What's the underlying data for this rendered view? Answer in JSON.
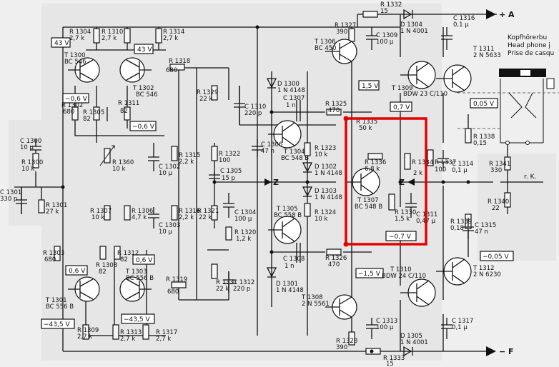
{
  "highlight": {
    "color": "#e30000"
  },
  "headphone": {
    "line1": "Kopfhörerbu",
    "line2": "Head phone j",
    "line3": "Prise de casqu",
    "rk": "r. K."
  },
  "rails": {
    "plus": "+ A",
    "minus": "− F",
    "z_left": "Z",
    "z_right": "Z"
  },
  "voltages": [
    "43 V",
    "43 V",
    "−0,6 V",
    "−0,6 V",
    "1,5 V",
    "0,7 V",
    "0,05 V",
    "−0,7 V",
    "0,6 V",
    "0,6 V",
    "−43,5 V",
    "−43,5 V",
    "−1,5 V",
    "−0,05 V"
  ],
  "transistors": [
    {
      "ref": "T 1300",
      "type": "BC 546"
    },
    {
      "ref": "T 1302",
      "type": "BC 546"
    },
    {
      "ref": "T 1306",
      "type": "BC 450"
    },
    {
      "ref": "T 1309",
      "type": "BDW 23 C/110"
    },
    {
      "ref": "T 1311",
      "type": "2 N 5633"
    },
    {
      "ref": "T 1304",
      "type": "BC 548 B"
    },
    {
      "ref": "T 1307",
      "type": "BC 548 B"
    },
    {
      "ref": "T 1305",
      "type": "BC 558 B"
    },
    {
      "ref": "T 1301",
      "type": "BC 556 B"
    },
    {
      "ref": "T 1303",
      "type": "BC 556 B"
    },
    {
      "ref": "T 1308",
      "type": "2 N 5561"
    },
    {
      "ref": "T 1310",
      "type": "BDW 24 C/110"
    },
    {
      "ref": "T 1312",
      "type": "2 N 6230"
    }
  ],
  "resistors": [
    {
      "ref": "R 1304",
      "val": "2,7 k"
    },
    {
      "ref": "R 1310",
      "val": "2,7 k"
    },
    {
      "ref": "R 1314",
      "val": "2,7 k"
    },
    {
      "ref": "R 1318",
      "val": "680"
    },
    {
      "ref": "R 1332",
      "val": "15"
    },
    {
      "ref": "R 1327",
      "val": "390"
    },
    {
      "ref": "R 1302",
      "val": "680"
    },
    {
      "ref": "R 1305",
      "val": "82"
    },
    {
      "ref": "R 1311",
      "val": "82"
    },
    {
      "ref": "R 1329",
      "val": "22 k"
    },
    {
      "ref": "R 1325",
      "val": "470"
    },
    {
      "ref": "R 1338",
      "val": "0,15"
    },
    {
      "ref": "R 1300",
      "val": "10 k"
    },
    {
      "ref": "R 1301",
      "val": "27 k"
    },
    {
      "ref": "R 1315",
      "val": "2,2 k"
    },
    {
      "ref": "R 1322",
      "val": "100"
    },
    {
      "ref": "R 1323",
      "val": "10 k"
    },
    {
      "ref": "R 1335",
      "val": "50 k"
    },
    {
      "ref": "R 1336",
      "val": "6,8 k"
    },
    {
      "ref": "R 1334",
      "val": "2 k"
    },
    {
      "ref": "R 1337",
      "val": "100"
    },
    {
      "ref": "R 1341",
      "val": "330"
    },
    {
      "ref": "R 1307",
      "val": "10 k"
    },
    {
      "ref": "R 1306",
      "val": "4,7 k"
    },
    {
      "ref": "R 1316",
      "val": "2,2 k"
    },
    {
      "ref": "R 1321",
      "val": "22 k"
    },
    {
      "ref": "R 1324",
      "val": "10 k"
    },
    {
      "ref": "R 1330",
      "val": "1,5 k"
    },
    {
      "ref": "R 1340",
      "val": "22"
    },
    {
      "ref": "R 1320",
      "val": "1,2 k"
    },
    {
      "ref": "R 1303",
      "val": "680"
    },
    {
      "ref": "R 1308",
      "val": "82"
    },
    {
      "ref": "R 1312",
      "val": "82"
    },
    {
      "ref": "R 1339",
      "val": "0,18"
    },
    {
      "ref": "R 1326",
      "val": "470"
    },
    {
      "ref": "R 1319",
      "val": "680"
    },
    {
      "ref": "R 1331",
      "val": "22 k"
    },
    {
      "ref": "R 1309",
      "val": "2,7 k"
    },
    {
      "ref": "R 1313",
      "val": "2,7 k"
    },
    {
      "ref": "R 1317",
      "val": "2,7 k"
    },
    {
      "ref": "R 1328",
      "val": "390"
    },
    {
      "ref": "R 1333",
      "val": "15"
    }
  ],
  "potentiometers": [
    {
      "ref": "R 1360",
      "val": "10 k"
    }
  ],
  "capacitors": [
    {
      "ref": "C 1316",
      "val": "0,1 µ"
    },
    {
      "ref": "C 1309",
      "val": "100 µ"
    },
    {
      "ref": "C 1307",
      "val": "1 n"
    },
    {
      "ref": "C 1310",
      "val": "220 p"
    },
    {
      "ref": "C 1300",
      "val": "10 µ"
    },
    {
      "ref": "C 1301",
      "val": "330 p"
    },
    {
      "ref": "C 1302",
      "val": "10 µ"
    },
    {
      "ref": "C 1306",
      "val": "47 n"
    },
    {
      "ref": "C 1305",
      "val": "15 p"
    },
    {
      "ref": "C 1314",
      "val": "0,1 µ"
    },
    {
      "ref": "C 1303",
      "val": "10 µ"
    },
    {
      "ref": "C 1304",
      "val": "100 µ"
    },
    {
      "ref": "C 1311",
      "val": "0,47 µ"
    },
    {
      "ref": "C 1315",
      "val": "47 n"
    },
    {
      "ref": "C 1308",
      "val": "1 n"
    },
    {
      "ref": "C 1312",
      "val": "220 p"
    },
    {
      "ref": "C 1313",
      "val": "100 µ"
    },
    {
      "ref": "C 1317",
      "val": "0,1 µ"
    }
  ],
  "diodes": [
    {
      "ref": "D 1304",
      "type": "1 N 4001"
    },
    {
      "ref": "D 1300",
      "type": "1 N 4148"
    },
    {
      "ref": "D 1302",
      "type": "1 N 4148"
    },
    {
      "ref": "D 1303",
      "type": "1 N 4148"
    },
    {
      "ref": "D 1301",
      "type": "1 N 4148"
    },
    {
      "ref": "D 1305",
      "type": "1 N 4001"
    }
  ]
}
